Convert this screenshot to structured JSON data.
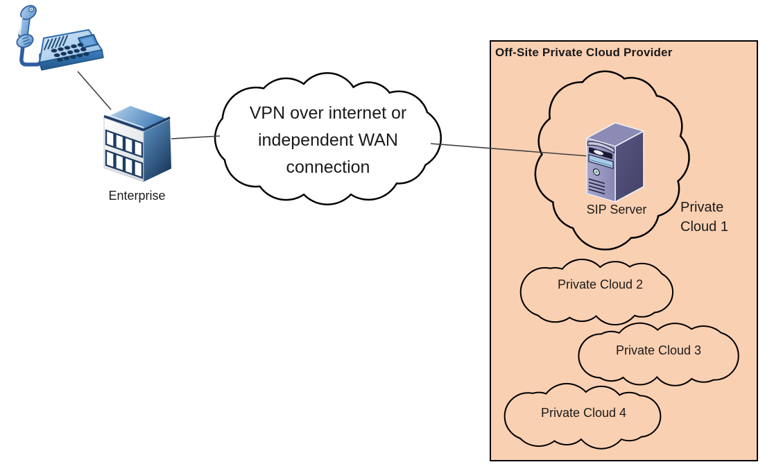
{
  "provider": {
    "title": "Off-Site Private Cloud Provider"
  },
  "vpn": {
    "lines": [
      "VPN over internet or",
      "independent WAN",
      "connection"
    ]
  },
  "enterprise": {
    "label": "Enterprise"
  },
  "sip": {
    "label": "SIP Server"
  },
  "pc1": {
    "lines": [
      "Private",
      "Cloud 1"
    ]
  },
  "pc2": {
    "label": "Private Cloud 2"
  },
  "pc3": {
    "label": "Private Cloud 3"
  },
  "pc4": {
    "label": "Private Cloud 4"
  },
  "icons": {
    "phone": "desk-phone-icon",
    "building": "enterprise-building-icon",
    "server": "server-tower-icon"
  },
  "colors": {
    "provider_fill": "#FAD0B2",
    "provider_border": "#000000",
    "cloud_stroke": "#000000",
    "vpn_cloud_fill": "#FFFFFF",
    "connector": "#3F3F3F",
    "text": "#1A1A1A"
  }
}
